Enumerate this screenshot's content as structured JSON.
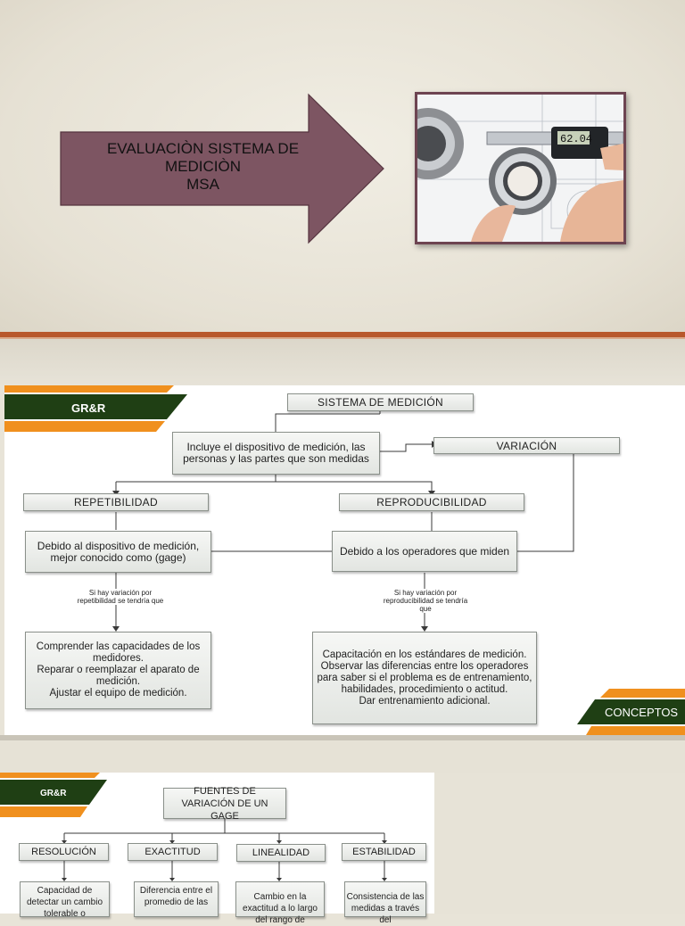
{
  "slide1": {
    "arrow_lines": [
      "EVALUACIÒN SISTEMA DE",
      "MEDICIÒN",
      "MSA"
    ],
    "photo": {
      "caliper_reading": "62.04"
    }
  },
  "slide2": {
    "tag_left": "GR&R",
    "tag_right": "CONCEPTOS",
    "system": "SISTEMA DE MEDICIÓN",
    "includes": "Incluye el dispositivo de medición, las personas y las partes que son medidas",
    "variation": "VARIACIÓN",
    "repeatability": "REPETIBILIDAD",
    "reproducibility": "REPRODUCIBILIDAD",
    "repeat_cause": "Debido al dispositivo de medición, mejor conocido como (gage)",
    "repro_cause": "Debido a los operadores que miden",
    "repeat_note": "Si hay variación por repetibilidad se tendría que",
    "repro_note": "Si hay variación por reproducibilidad se tendría que",
    "repeat_actions": "Comprender las capacidades de los medidores.\nReparar o reemplazar el aparato de medición.\nAjustar el equipo de medición.",
    "repro_actions": "Capacitación en los estándares de medición.\nObservar las diferencias entre los operadores para saber si el problema es de entrenamiento, habilidades, procedimiento o actitud.\nDar entrenamiento adicional."
  },
  "slide3": {
    "tag": "GR&R",
    "sources": "FUENTES DE VARIACIÓN DE UN GAGE",
    "categories": [
      "RESOLUCIÓN",
      "EXACTITUD",
      "LINEALIDAD",
      "ESTABILIDAD"
    ],
    "descriptions": [
      "Capacidad de detectar un cambio tolerable o",
      "Diferencia entre el promedio de las",
      "Cambio en la exactitud a lo largo del rango de",
      "Consistencia de las medidas a través del"
    ]
  },
  "colors": {
    "arrow": "#7d5562",
    "band": "#b8582c",
    "tag_green": "#1f3f14",
    "tag_orange": "#f0901e",
    "photo_border": "#6d4451"
  }
}
